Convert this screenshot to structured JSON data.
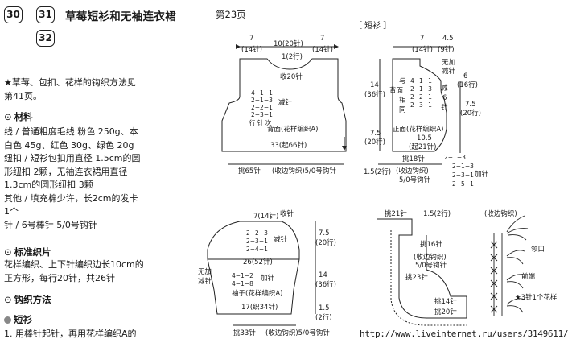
{
  "header": {
    "pattern_numbers": [
      "30",
      "31",
      "32"
    ],
    "title": "草莓短衫和无袖连衣裙",
    "page": "第23页"
  },
  "intro": {
    "note_lines": [
      "★草莓、包扣、花样的钩织方法见",
      "第41页。"
    ]
  },
  "materials": {
    "heading": "材料",
    "lines": [
      "线 / 普通粗度毛线  粉色 250g、本",
      "白色 45g、红色 30g、绿色 20g",
      "纽扣 / 短衫包扣用直径 1.5cm的圆",
      "形纽扣 2颗，无袖连衣裙用直径",
      "1.3cm的圆形纽扣 3颗",
      "其他 / 填充棉少许，长2cm的发卡",
      "1个",
      "针 / 6号棒针 5/0号钩针"
    ]
  },
  "gauge": {
    "heading": "标准织片",
    "lines": [
      "花样编织、上下针编织边长10cm的",
      "正方形，每行20针，共26针"
    ]
  },
  "method": {
    "heading": "钩织方法",
    "sub": "短衫",
    "step": "1. 用棒针起针，再用花样编织A的"
  },
  "diagram": {
    "section_title": "［ 短衫 ］",
    "back": {
      "top": [
        "7",
        "(14针)",
        "10(20针)",
        "7",
        "(14针)"
      ],
      "neck": [
        "1(2行)",
        "收20针"
      ],
      "dec": [
        "4−1−1",
        "2−1−3",
        "2−2−1",
        "2−3−1",
        "行 针 次"
      ],
      "dec_label": "减针",
      "name": "背面(花样编织A)",
      "bottom": "33(起66针)",
      "pick": "挑65针",
      "edge": "(收边钩织)5/0号钩针"
    },
    "front": {
      "top": [
        "7",
        "(14针)",
        "4.5",
        "(9针)"
      ],
      "no_dec": [
        "无加",
        "减针"
      ],
      "row_marks": [
        "6",
        "(16行)",
        "7.5",
        "(20行)"
      ],
      "same": [
        "4−1−1",
        "2−1−3",
        "2−2−1",
        "2−3−1"
      ],
      "same_label": [
        "与",
        "背面",
        "相",
        "同"
      ],
      "dec_label": [
        "减",
        "6",
        "针"
      ],
      "heights": [
        "14",
        "(36行)",
        "7.5",
        "(20行)"
      ],
      "name": "正面(花样编织A)",
      "width": [
        "10.5",
        "(起21针)"
      ],
      "inc": [
        "2−1−3",
        "2−3−1",
        "2−5−1"
      ],
      "inc_label": "加针",
      "inc_top": "2−1−3",
      "pick": "挑18针",
      "edge": [
        "(收边钩织)",
        "5/0号钩针"
      ],
      "bottom_h": "1.5(2行)"
    },
    "sleeve": {
      "top": [
        "7(14针)",
        "收针"
      ],
      "dec": [
        "2−2−3",
        "2−3−1",
        "2−4−1"
      ],
      "dec_label": "减针",
      "width": "26(52针)",
      "no_dec": [
        "无加",
        "减针"
      ],
      "inc": [
        "4−1−2",
        "4−1−8"
      ],
      "inc_label": "加针",
      "name": "袖子(花样编织A)",
      "bottom": "17(织34针)",
      "heights": [
        "7.5",
        "(20行)",
        "14",
        "(36行)",
        "1.5",
        "(2行)"
      ],
      "pick": "挑33针",
      "edge": "(收边钩织)5/0号钩针"
    },
    "edging": {
      "labels": [
        "挑21针",
        "1.5(2行)",
        "挑16针",
        "(收边钩织)",
        "5/0号钩针",
        "挑23针",
        "挑14针",
        "挑20针"
      ]
    },
    "chart": {
      "title": "(收边钩织)",
      "labels": [
        "领口",
        "前端",
        "★3针1个花样"
      ]
    }
  },
  "footer": {
    "url": "http://www.liveinternet.ru/users/3149611/"
  }
}
